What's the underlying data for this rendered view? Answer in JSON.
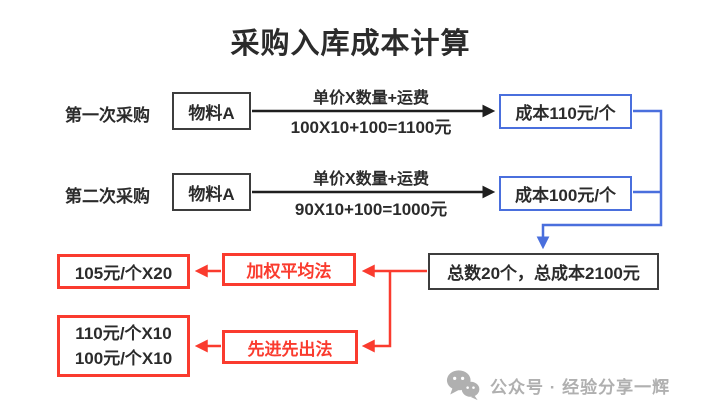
{
  "title": "采购入库成本计算",
  "flow": {
    "rows": [
      {
        "label": "第一次采购",
        "item": "物料A",
        "formula_label": "单价X数量+运费",
        "formula_calc": "100X10+100=1100元",
        "result": "成本110元/个"
      },
      {
        "label": "第二次采购",
        "item": "物料A",
        "formula_label": "单价X数量+运费",
        "formula_calc": "90X10+100=1000元",
        "result": "成本100元/个"
      }
    ],
    "summary": "总数20个，总成本2100元",
    "methods": [
      {
        "name": "加权平均法",
        "line1": "105元/个X20",
        "line2": ""
      },
      {
        "name": "先进先出法",
        "line1": "110元/个X10",
        "line2": "100元/个X10"
      }
    ]
  },
  "footer": {
    "icon": "wechat-icon",
    "label": "公众号 · 经验分享一辉"
  },
  "colors": {
    "blue": "#4a6fdd",
    "red": "#fa3b2e",
    "black": "#1f1f1f",
    "border_dark": "#3d3d3d",
    "footer_gray": "#b0b0b0"
  }
}
